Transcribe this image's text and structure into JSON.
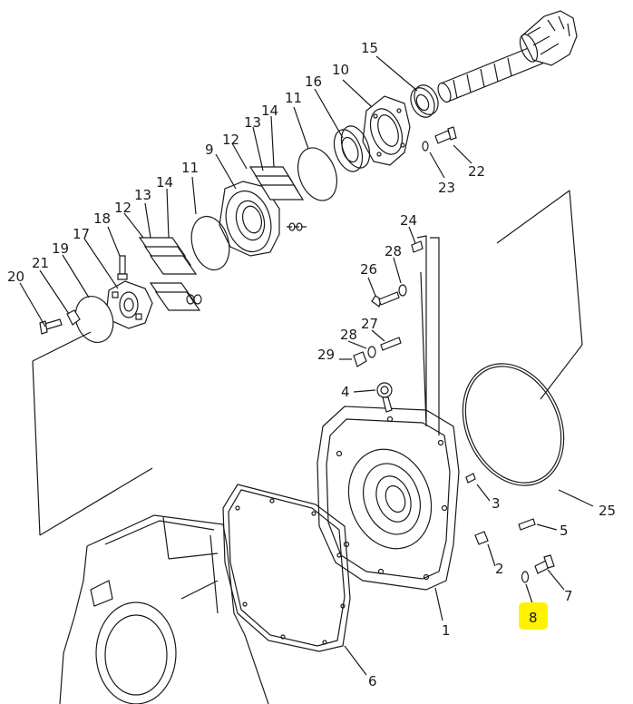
{
  "diagram": {
    "highlight_color": "#fff200",
    "line_color": "#1a1a1a",
    "background": "#ffffff",
    "callouts": [
      {
        "id": "c1",
        "label": "1"
      },
      {
        "id": "c2",
        "label": "2"
      },
      {
        "id": "c3",
        "label": "3"
      },
      {
        "id": "c4",
        "label": "4"
      },
      {
        "id": "c5",
        "label": "5"
      },
      {
        "id": "c6",
        "label": "6"
      },
      {
        "id": "c7",
        "label": "7"
      },
      {
        "id": "c8",
        "label": "8",
        "highlighted": true
      },
      {
        "id": "c9",
        "label": "9"
      },
      {
        "id": "c10",
        "label": "10"
      },
      {
        "id": "c11a",
        "label": "11"
      },
      {
        "id": "c11b",
        "label": "11"
      },
      {
        "id": "c12a",
        "label": "12"
      },
      {
        "id": "c12b",
        "label": "12"
      },
      {
        "id": "c13a",
        "label": "13"
      },
      {
        "id": "c13b",
        "label": "13"
      },
      {
        "id": "c14a",
        "label": "14"
      },
      {
        "id": "c14b",
        "label": "14"
      },
      {
        "id": "c15",
        "label": "15"
      },
      {
        "id": "c16",
        "label": "16"
      },
      {
        "id": "c17",
        "label": "17"
      },
      {
        "id": "c18",
        "label": "18"
      },
      {
        "id": "c19",
        "label": "19"
      },
      {
        "id": "c20",
        "label": "20"
      },
      {
        "id": "c21",
        "label": "21"
      },
      {
        "id": "c22",
        "label": "22"
      },
      {
        "id": "c23",
        "label": "23"
      },
      {
        "id": "c24",
        "label": "24"
      },
      {
        "id": "c25",
        "label": "25"
      },
      {
        "id": "c26",
        "label": "26"
      },
      {
        "id": "c27",
        "label": "27"
      },
      {
        "id": "c28a",
        "label": "28"
      },
      {
        "id": "c28b",
        "label": "28"
      },
      {
        "id": "c29",
        "label": "29"
      }
    ]
  }
}
